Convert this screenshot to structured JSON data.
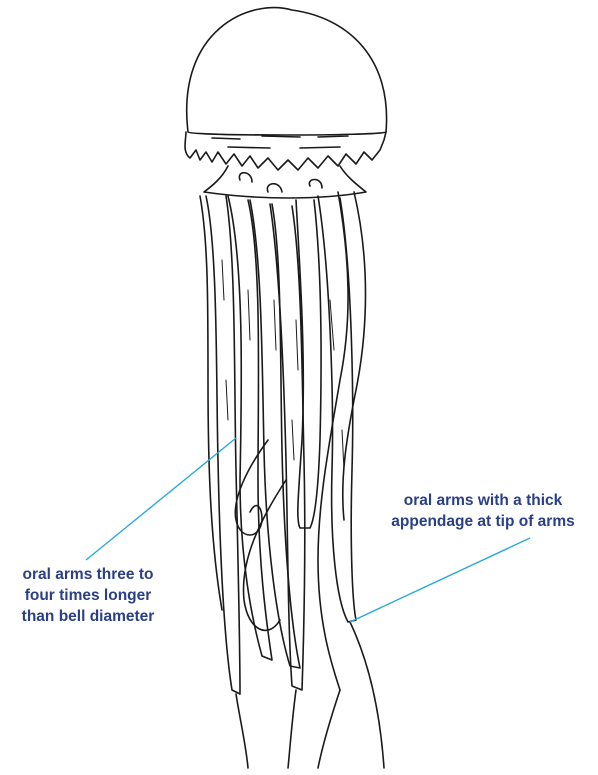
{
  "annotations": {
    "left": {
      "lines": [
        "oral arms three to",
        "four times longer",
        "than bell diameter"
      ]
    },
    "right": {
      "lines": [
        "oral arms with a thick",
        "appendage at tip of arms"
      ]
    }
  },
  "colors": {
    "label_text": "#2a3f86",
    "leader_line": "#29a9d9",
    "ink": "#1a1a1a"
  }
}
